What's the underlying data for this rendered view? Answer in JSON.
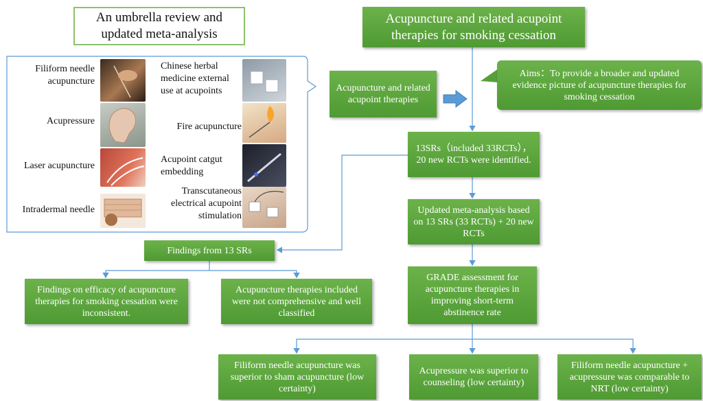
{
  "left_title": "An umbrella review and updated meta-analysis",
  "right_title": "Acupuncture and related acupoint therapies for smoking cessation",
  "therapies_left": [
    {
      "label": "Filiform needle acupuncture",
      "icon": "needle-photo-icon"
    },
    {
      "label": "Acupressure",
      "icon": "ear-acupressure-photo-icon"
    },
    {
      "label": "Laser acupuncture",
      "icon": "laser-photo-icon"
    },
    {
      "label": "Intradermal needle",
      "icon": "intradermal-needle-photo-icon"
    }
  ],
  "therapies_right": [
    {
      "label": "Chinese herbal medicine external use at acupoints",
      "icon": "herbal-patch-photo-icon"
    },
    {
      "label": "Fire acupuncture",
      "icon": "fire-needle-photo-icon"
    },
    {
      "label": "Acupoint catgut embedding",
      "icon": "catgut-photo-icon"
    },
    {
      "label": "Transcutaneous electrical acupoint stimulation",
      "icon": "electrode-photo-icon"
    }
  ],
  "intervention_box": "Acupuncture and related acupoint therapies",
  "aims_box": "Aims：To provide a broader and updated evidence picture of acupuncture therapies for smoking cessation",
  "step1": "13SRs（included 33RCTs），20 new RCTs were identified.",
  "step2": "Updated meta-analysis based on 13 SRs (33 RCTs) + 20 new RCTs",
  "step3": "GRADE assessment for acupuncture therapies in improving short-term abstinence rate",
  "findings_header": "Findings from 13 SRs",
  "finding_a": "Findings on efficacy of acupuncture therapies for smoking cessation were inconsistent.",
  "finding_b": "Acupuncture therapies included were not comprehensive and well classified",
  "result_a": "Filiform needle acupuncture was superior to sham acupuncture (low certainty)",
  "result_b": "Acupressure was superior to counseling (low certainty)",
  "result_c": "Filiform needle acupuncture + acupressure was comparable to NRT (low certainty)",
  "colors": {
    "box_green": "#5ba63d",
    "line_blue": "#5b9bd5",
    "title_border": "#8cc26a"
  }
}
